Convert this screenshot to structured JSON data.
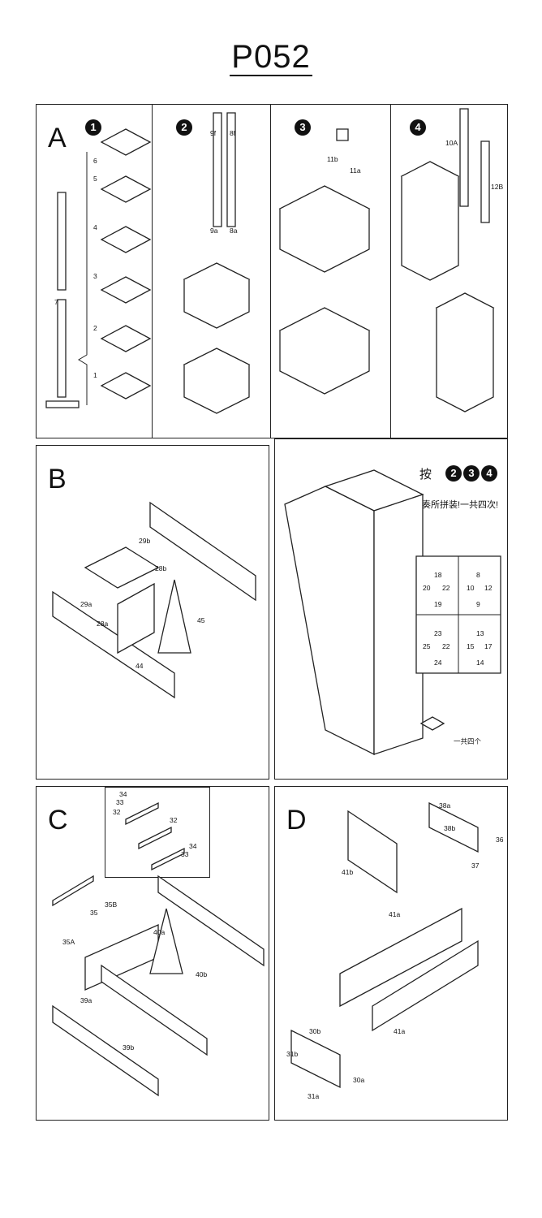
{
  "title": "P052",
  "panel_a": {
    "letter": "A",
    "steps": [
      "1",
      "2",
      "3",
      "4"
    ],
    "labels": {
      "n6": "6",
      "n5": "5",
      "n4": "4",
      "n3": "3",
      "n2": "2",
      "n1": "1",
      "n7": "7",
      "l9f": "9f",
      "l8f": "8f",
      "l9a": "9a",
      "l8a": "8a",
      "l11b": "11b",
      "l11a": "11a",
      "l10a": "10A",
      "l12b": "12B"
    }
  },
  "panel_b": {
    "letter": "B",
    "labels": {
      "l29b": "29b",
      "l28b": "28b",
      "l29a": "29a",
      "l28a": "28a",
      "l44": "44",
      "l45": "45"
    }
  },
  "panel_b2": {
    "prefix": "按",
    "steps": [
      "2",
      "3",
      "4"
    ],
    "instruction": "步奏所拼装!一共四次!",
    "grid_a": [
      "18",
      "20",
      "22",
      "19"
    ],
    "grid_b": [
      "8",
      "10",
      "12",
      "9"
    ],
    "grid_c": [
      "23",
      "25",
      "22",
      "24"
    ],
    "grid_d": [
      "13",
      "15",
      "17",
      "14"
    ],
    "count_note": "一共四个"
  },
  "panel_c": {
    "letter": "C",
    "labels": {
      "l34": "34",
      "l33": "33",
      "l32": "32",
      "i32": "32",
      "i34": "34",
      "i33": "33",
      "l35b": "35B",
      "l35": "35",
      "l35a": "35A",
      "l40a": "40a",
      "l40b": "40b",
      "l39a": "39a",
      "l39b": "39b"
    }
  },
  "panel_d": {
    "letter": "D",
    "labels": {
      "l38a": "38a",
      "l38b": "38b",
      "l36": "36",
      "l37": "37",
      "l41b": "41b",
      "l41a": "41a",
      "l41a2": "41a",
      "l30b": "30b",
      "l31b": "31b",
      "l30a": "30a",
      "l31a": "31a"
    }
  }
}
